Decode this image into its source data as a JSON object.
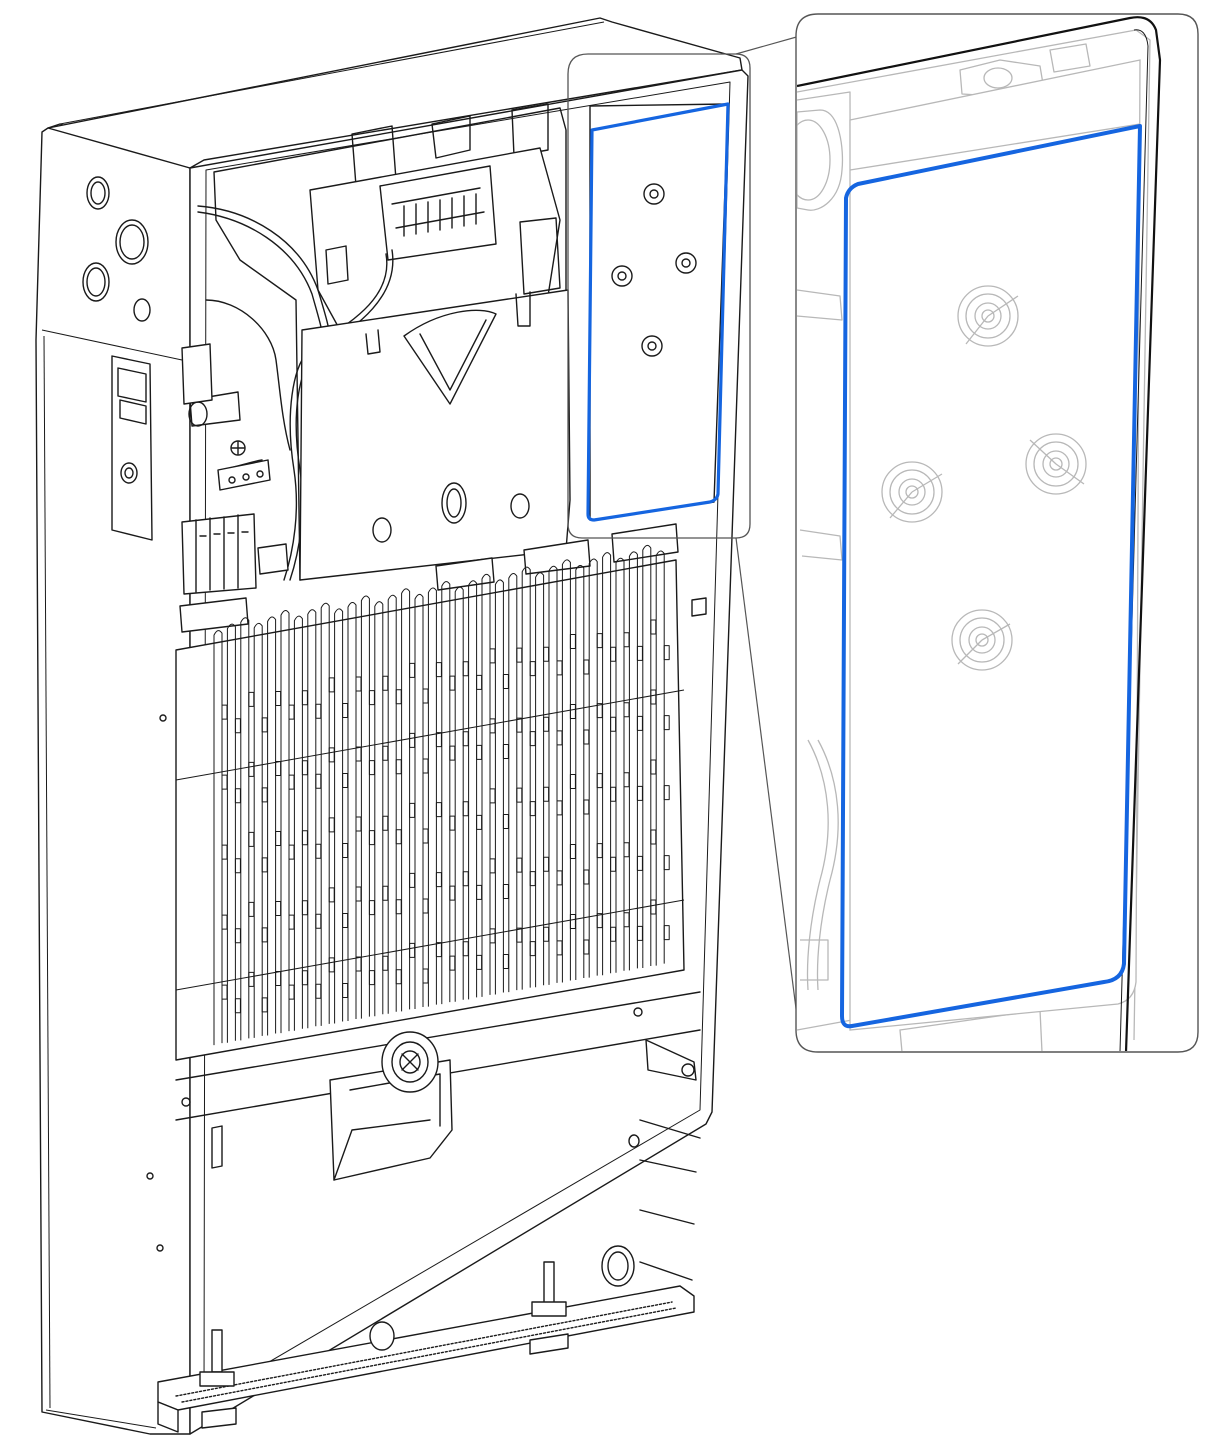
{
  "figure": {
    "highlight_color": "#1565e0",
    "line_color": "#1a1a1a",
    "ghost_line_color": "#b8b8b8",
    "background": "#ffffff",
    "icons": [
      "magnifier-callout",
      "terminal-block",
      "gland-hole"
    ]
  }
}
